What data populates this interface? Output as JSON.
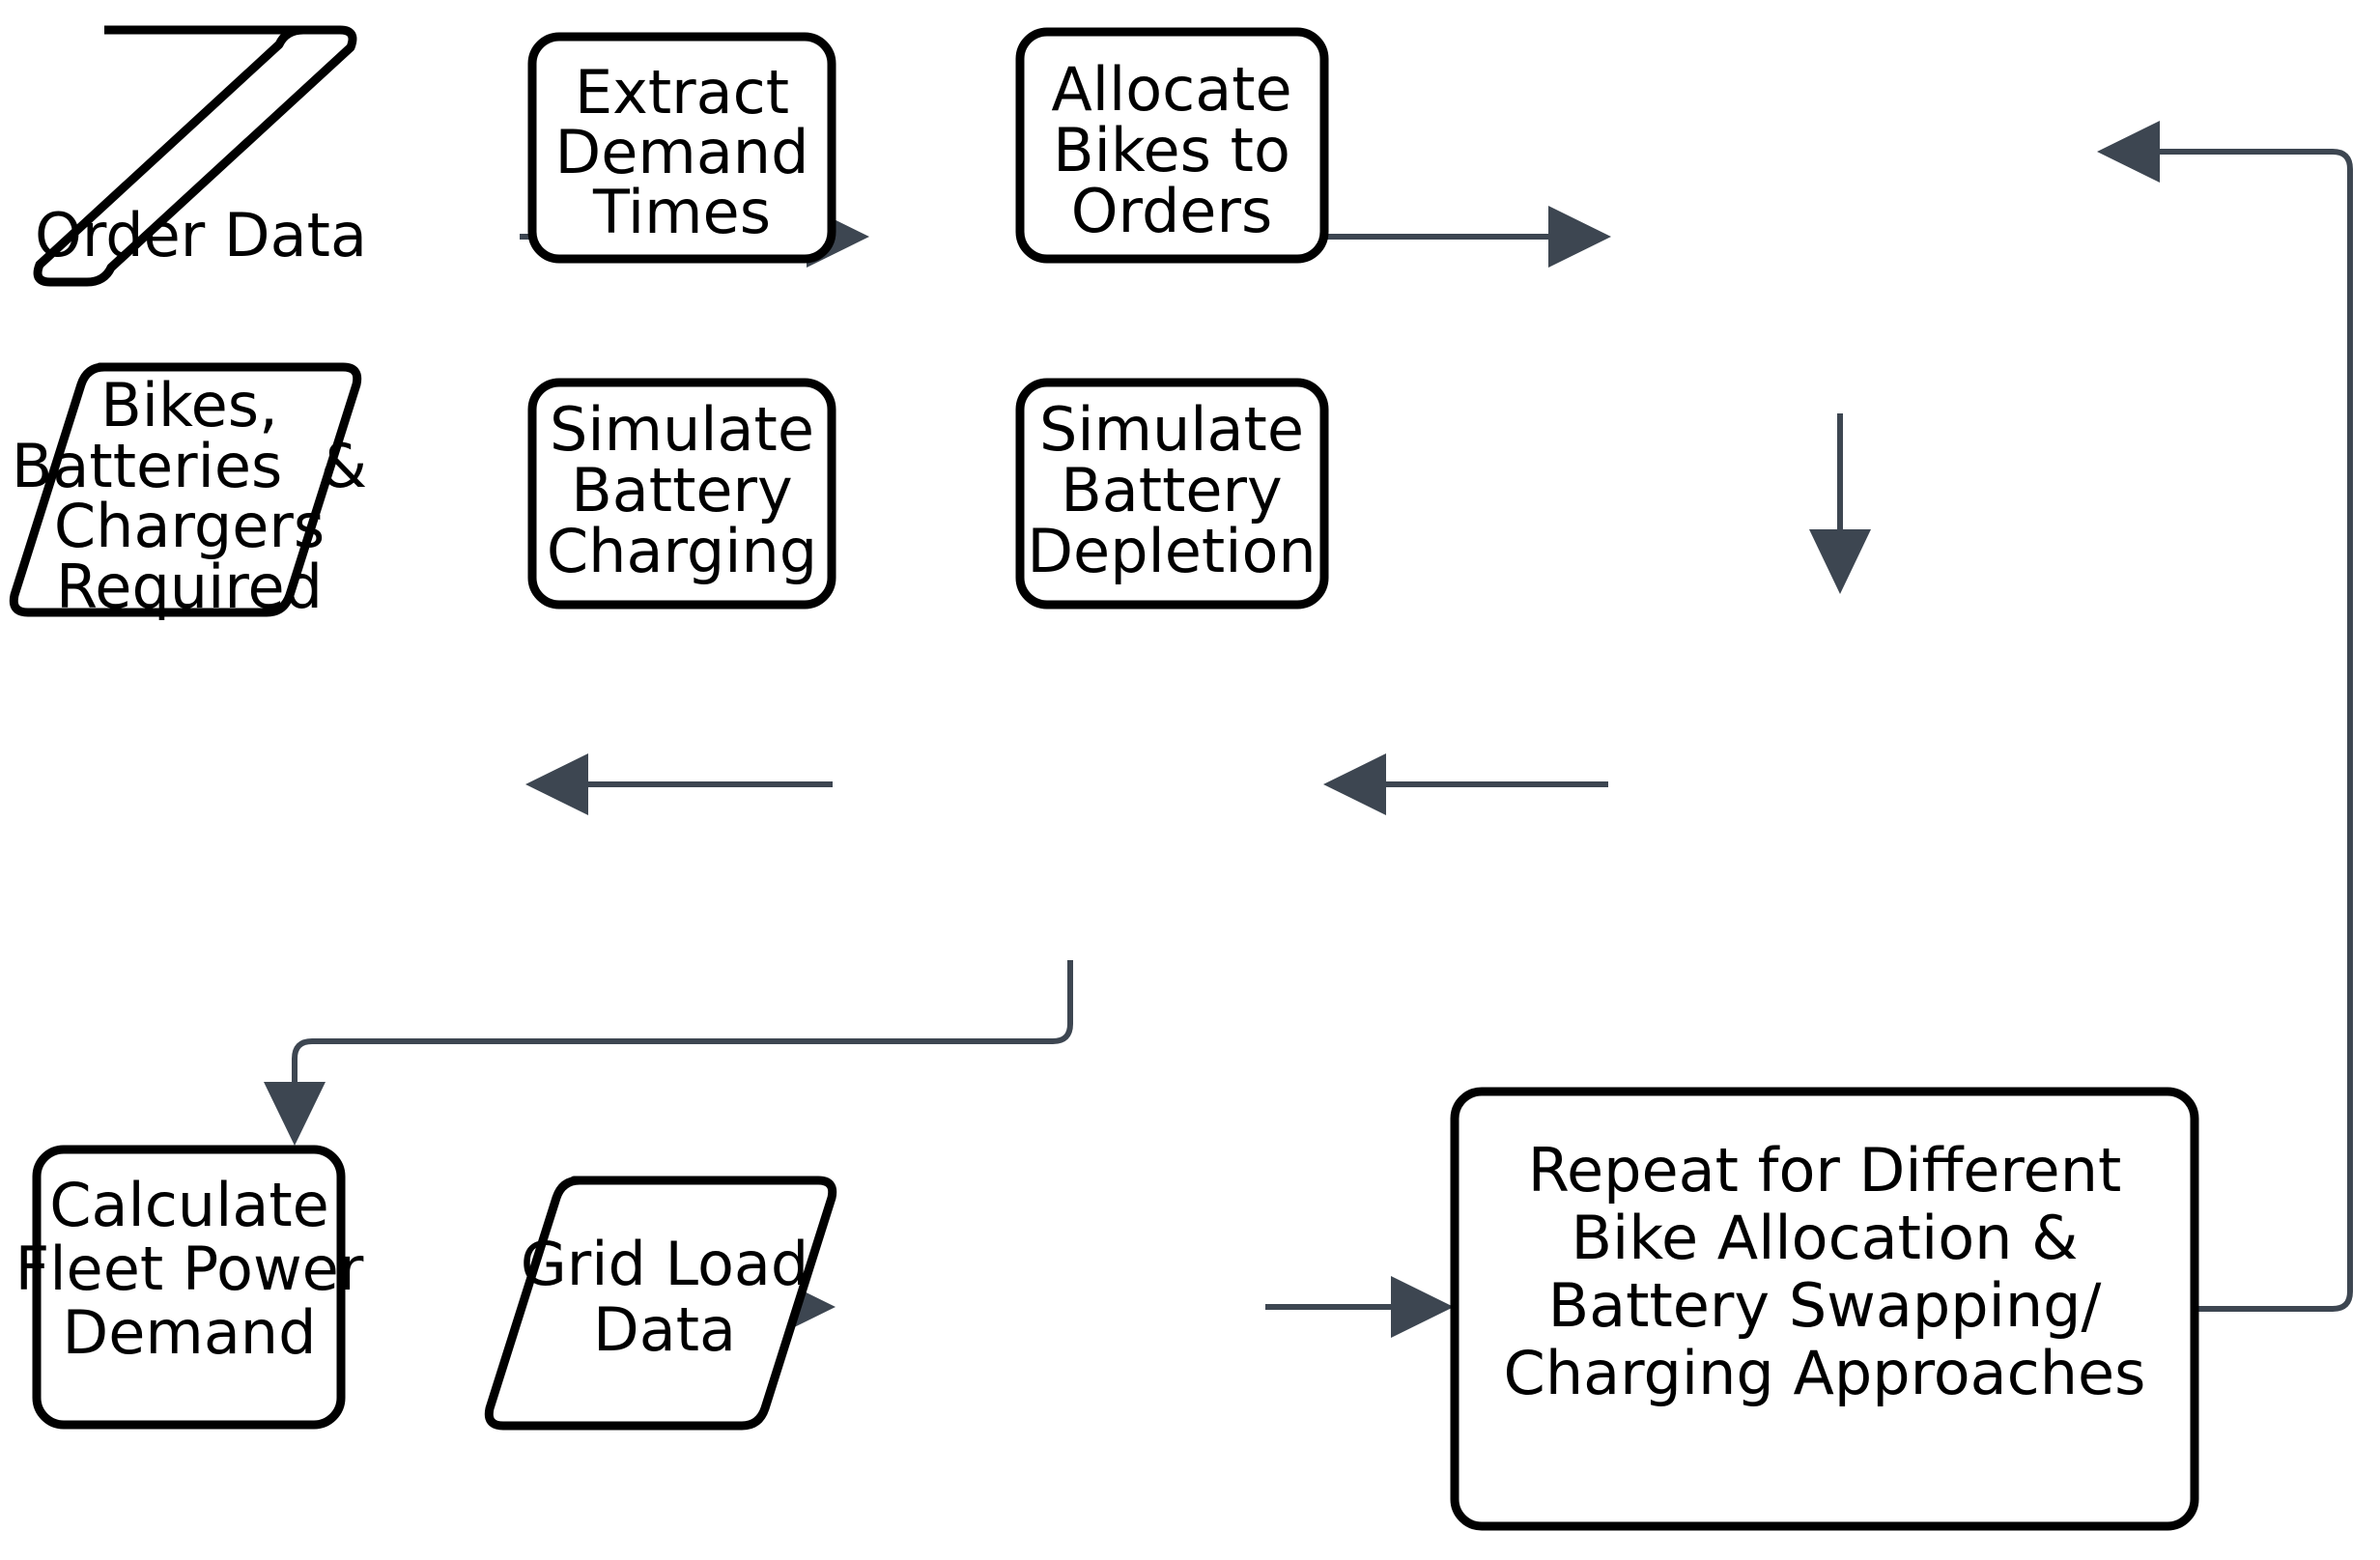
{
  "diagram": {
    "title": "Fleet Battery Simulation Flowchart",
    "colors": {
      "node_fill": "#ffffff",
      "node_stroke": "#000000",
      "edge_stroke": "#3d4651",
      "background": "#ffffff"
    }
  },
  "nodes": {
    "order_data": {
      "label": "Order Data",
      "shape": "parallelogram",
      "lines": [
        "Order Data"
      ]
    },
    "extract_demand_times": {
      "label": "Extract Demand Times",
      "shape": "rounded-rect",
      "lines": [
        "Extract",
        "Demand",
        "Times"
      ]
    },
    "allocate_bikes": {
      "label": "Allocate Bikes to Orders",
      "shape": "rounded-rect",
      "lines": [
        "Allocate",
        "Bikes to",
        "Orders"
      ]
    },
    "simulate_depletion": {
      "label": "Simulate Battery Depletion",
      "shape": "rounded-rect",
      "lines": [
        "Simulate",
        "Battery",
        "Depletion"
      ]
    },
    "simulate_charging": {
      "label": "Simulate Battery Charging",
      "shape": "rounded-rect",
      "lines": [
        "Simulate",
        "Battery",
        "Charging"
      ]
    },
    "bikes_batteries_chargers": {
      "label": "Bikes, Batteries & Chargers Required",
      "shape": "parallelogram",
      "lines": [
        "Bikes,",
        "Batteries  &",
        "Chargers",
        "Required"
      ]
    },
    "calculate_fleet_power": {
      "label": "Calculate Fleet Power Demand",
      "shape": "rounded-rect",
      "lines": [
        "Calculate",
        "Fleet Power",
        "Demand"
      ]
    },
    "grid_load_data": {
      "label": "Grid Load Data",
      "shape": "parallelogram",
      "lines": [
        "Grid Load",
        "Data"
      ]
    },
    "repeat_approaches": {
      "label": "Repeat for Different Bike Allocation & Battery Swapping/ Charging Approaches",
      "shape": "rounded-rect",
      "lines": [
        "Repeat for Different",
        "Bike Allocation &",
        "Battery Swapping/",
        "Charging Approaches"
      ]
    }
  },
  "edges": [
    {
      "from": "order_data",
      "to": "extract_demand_times",
      "direction": "right"
    },
    {
      "from": "extract_demand_times",
      "to": "allocate_bikes",
      "direction": "right"
    },
    {
      "from": "allocate_bikes",
      "to": "simulate_depletion",
      "direction": "down"
    },
    {
      "from": "simulate_depletion",
      "to": "simulate_charging",
      "direction": "left"
    },
    {
      "from": "simulate_charging",
      "to": "bikes_batteries_chargers",
      "direction": "left"
    },
    {
      "from": "simulate_charging",
      "to": "calculate_fleet_power",
      "direction": "elbow-down-left"
    },
    {
      "from": "calculate_fleet_power",
      "to": "grid_load_data",
      "direction": "right"
    },
    {
      "from": "grid_load_data",
      "to": "repeat_approaches",
      "direction": "right"
    },
    {
      "from": "repeat_approaches",
      "to": "allocate_bikes",
      "direction": "feedback-right-up"
    }
  ]
}
